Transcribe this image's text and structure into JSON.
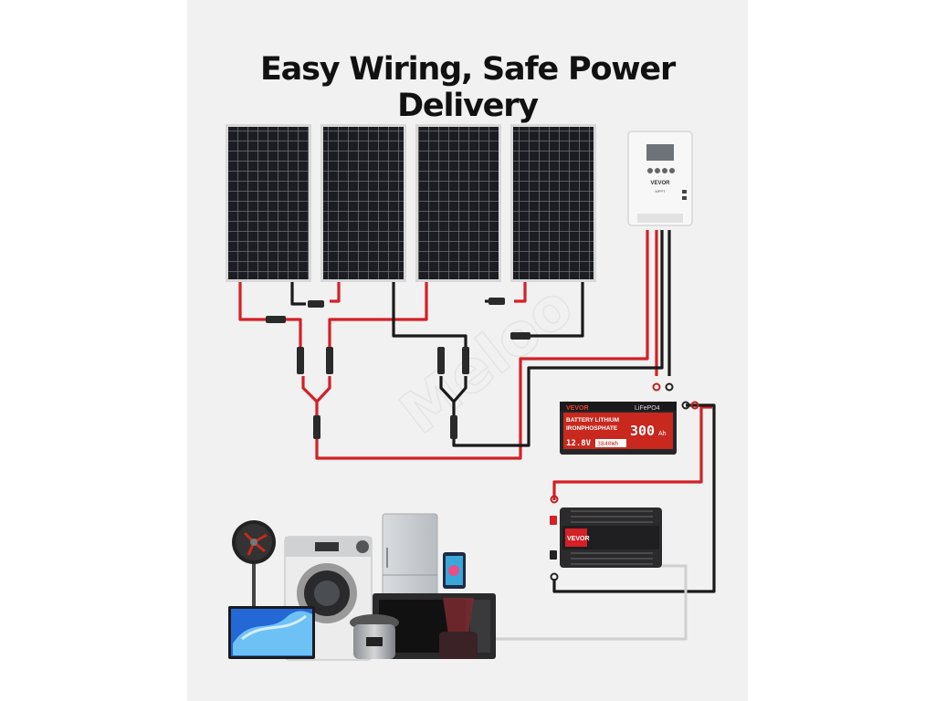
{
  "title": "Easy Wiring, Safe Power Delivery",
  "components": {
    "solar_panels": [
      {
        "name": "solar-panel-1"
      },
      {
        "name": "solar-panel-2"
      },
      {
        "name": "solar-panel-3"
      },
      {
        "name": "solar-panel-4"
      }
    ],
    "controller": {
      "brand": "VEVOR",
      "model_line": "MPPT"
    },
    "battery": {
      "brand": "VEVOR",
      "chemistry": "LiFePO4",
      "line1": "BATTERY LITHIUM",
      "line2": "IRONPHOSPHATE",
      "capacity": "300",
      "capacity_unit": "Ah",
      "voltage": "12.8V",
      "energy": "3840Wh"
    },
    "inverter": {
      "brand": "VEVOR"
    },
    "appliances": [
      "fan-icon",
      "washing-machine-icon",
      "refrigerator-icon",
      "tablet-icon",
      "monitor-icon",
      "pressure-cooker-icon",
      "blender-icon",
      "microwave-icon"
    ]
  },
  "watermark": "Meloo",
  "colors": {
    "positive_wire": "#d42026",
    "negative_wire": "#1a1a1a",
    "accent_red": "#c8281e",
    "background": "#f1f1f1"
  }
}
